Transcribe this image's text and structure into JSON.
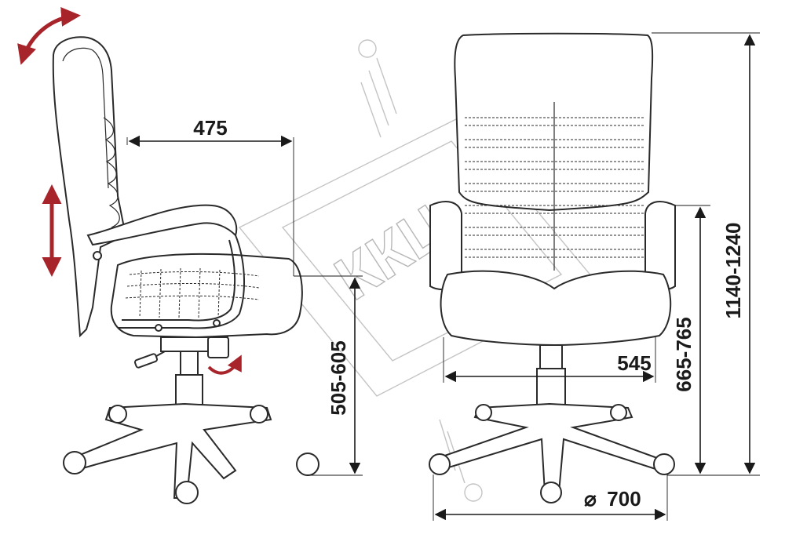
{
  "dimensions": {
    "side_depth": "475",
    "side_seat_height": "505-605",
    "front_seat_width": "545",
    "front_armrest_height": "665-765",
    "front_total_height": "1140-1240",
    "base_diameter": "700",
    "diameter_symbol": "⌀"
  },
  "watermark": {
    "text": "ККЦ"
  },
  "colors": {
    "arrow_red": "#a8242b",
    "line": "#2a2a2a",
    "watermark": "#b0b0b0"
  },
  "icons": [
    "tilt-arrow-icon",
    "height-arrow-icon",
    "rotate-arrow-icon"
  ]
}
